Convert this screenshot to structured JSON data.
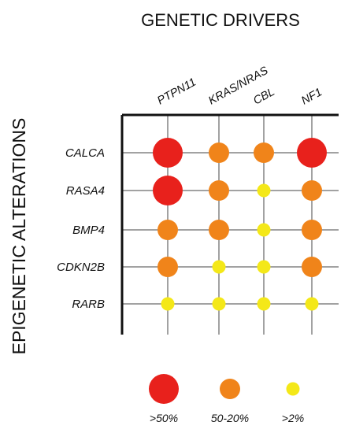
{
  "chart_data": {
    "type": "dot-matrix",
    "title": "GENETIC DRIVERS",
    "ylabel": "EPIGENETIC ALTERATIONS",
    "columns": [
      "PTPN11",
      "KRAS/NRAS",
      "CBL",
      "NF1"
    ],
    "rows": [
      "CALCA",
      "RASA4",
      "BMP4",
      "CDKN2B",
      "RARB"
    ],
    "legend": [
      {
        "label": ">50%",
        "level": 3,
        "color": "#e8211c"
      },
      {
        "label": "50-20%",
        "level": 2,
        "color": "#f0841a"
      },
      {
        "label": ">2%",
        "level": 1,
        "color": "#f4e818"
      }
    ],
    "values": [
      [
        3,
        2,
        2,
        3
      ],
      [
        3,
        2,
        1,
        2
      ],
      [
        2,
        2,
        1,
        2
      ],
      [
        2,
        1,
        1,
        2
      ],
      [
        1,
        1,
        1,
        1
      ]
    ],
    "axis_color": "#111111",
    "grid_color": "#444444"
  }
}
